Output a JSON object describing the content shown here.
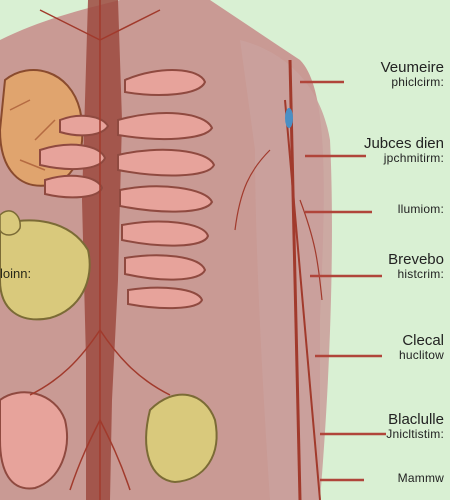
{
  "image": {
    "subject": "anatomical-torso-illustration",
    "colors": {
      "background": "#d9f0d3",
      "skin": "#c99a94",
      "muscle": "#9c4a40",
      "vessel": "#a13a2c",
      "liver_tan": "#e0a46e",
      "yellow_organ": "#d9c97c",
      "pink_organ": "#e7a39b"
    }
  },
  "organ_label": "loinn:",
  "labels": [
    {
      "line1": "Veumeire",
      "line2": "phiclcirm:"
    },
    {
      "line1": "Jubces dien",
      "line2": "jpchmitirm:"
    },
    {
      "line1": "",
      "line2": "llumiom:"
    },
    {
      "line1": "Brevebo",
      "line2": "histcrim:"
    },
    {
      "line1": "Clecal",
      "line2": "huclitow"
    },
    {
      "line1": "Blaclulle",
      "line2": "Jnicltistim:"
    },
    {
      "line1": "",
      "line2": "Mammw"
    }
  ]
}
